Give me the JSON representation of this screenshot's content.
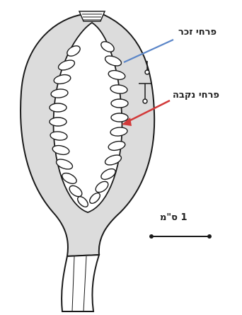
{
  "labels": {
    "male_flowers": "פרחי זכר",
    "female_flowers": "פרחי נקבה",
    "scale": "1 ס\"מ"
  },
  "colors": {
    "background": "#ffffff",
    "outline": "#1a1a1a",
    "body_fill": "#dcdcdc",
    "male_pointer": "#5b86c8",
    "female_pointer": "#d23a3a"
  },
  "icons": {
    "male_flower_symbol": "pin-on-circle",
    "female_flower_symbol": "t-mark"
  }
}
